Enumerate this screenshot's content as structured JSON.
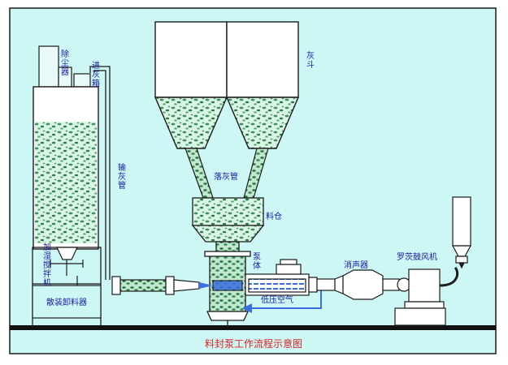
{
  "diagram": {
    "caption": "料封泵工作流程示意图",
    "labels": {
      "dust_collector": "除尘器",
      "ash_inlet_box": "进灰箱",
      "ash_pipe": "输灰管",
      "ash_hopper": "灰斗",
      "drop_pipe": "落灰管",
      "material_bin": "料仓",
      "pump_body": "泵体",
      "low_pressure_air": "低压空气",
      "silencer": "消声器",
      "roots_blower": "罗茨鼓风机",
      "humidifier_mixer": "加湿搅拌机",
      "bulk_unloader": "散装卸料器"
    },
    "colors": {
      "background": "#cdf7f5",
      "outline": "#1c1c1c",
      "ash_fill": "#4e9a66",
      "air_arrow": "#3a6fe0",
      "caption": "#e02020",
      "ground": "#111111",
      "label_text": "#1a1aa0"
    }
  }
}
